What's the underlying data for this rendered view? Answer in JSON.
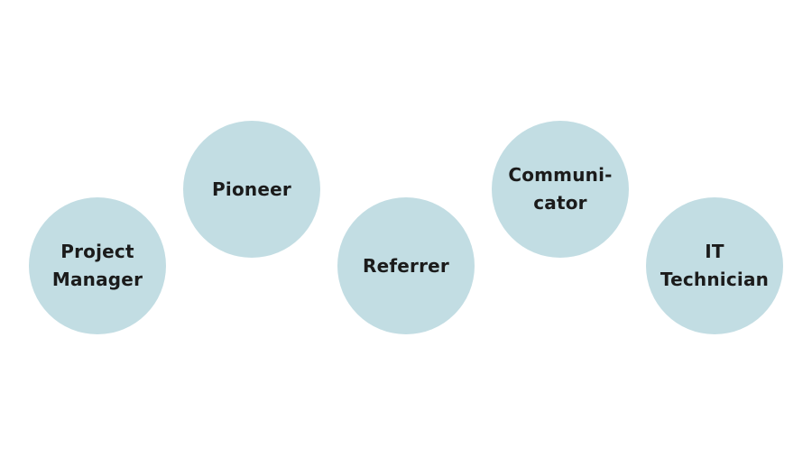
{
  "colors": {
    "circle_fill": "#c2dde3",
    "text": "#1b1b1b",
    "background": "#ffffff"
  },
  "roles": [
    {
      "line1": "Project",
      "line2": "Manager"
    },
    {
      "line1": "Pioneer",
      "line2": ""
    },
    {
      "line1": "Referrer",
      "line2": ""
    },
    {
      "line1": "Communi-",
      "line2": "cator"
    },
    {
      "line1": "IT",
      "line2": "Technician"
    }
  ]
}
